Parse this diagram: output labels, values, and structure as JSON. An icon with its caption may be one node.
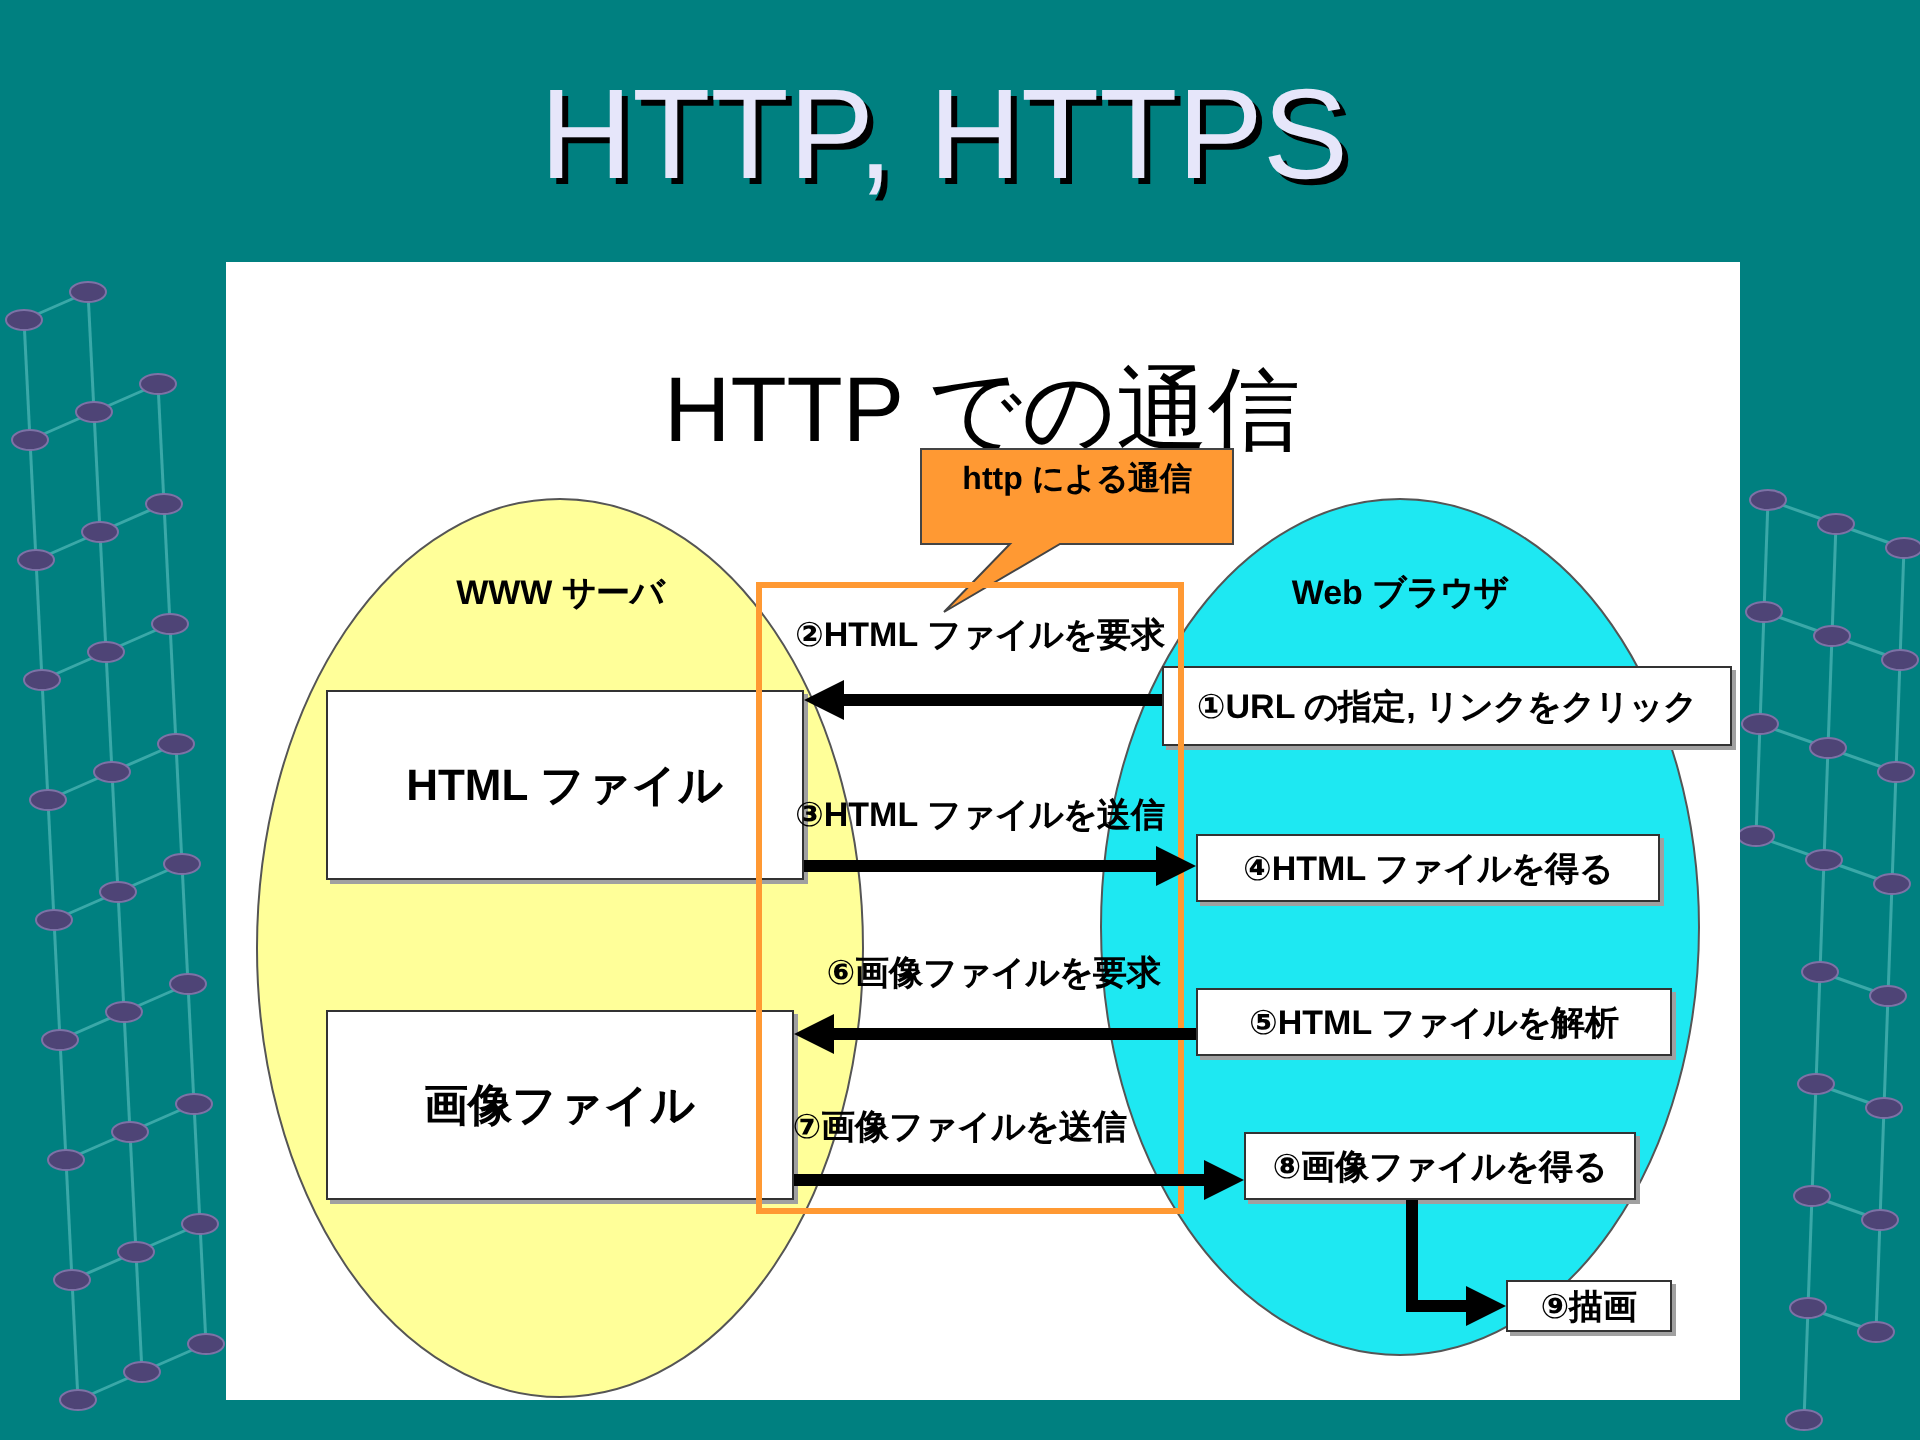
{
  "diagram": {
    "title": "HTTP, HTTPS",
    "nodes": [
      {
        "text": [
          "http による通信"
        ]
      },
      {
        "text": [
          "WWW サーバ"
        ]
      },
      {
        "text": [
          "HTML ファイル"
        ],
        "in": 1
      },
      {
        "text": [
          "画像ファイル"
        ],
        "in": 1
      },
      {
        "text": [
          "Web ブラウザ"
        ]
      },
      {
        "text": [
          "①URL の指定, リンクをクリック"
        ]
      },
      {
        "text": [
          "④HTML ファイルを得る"
        ],
        "in": 4
      },
      {
        "text": [
          "⑤HTML ファイルを解析"
        ],
        "in": 4
      },
      {
        "text": [
          "⑧画像ファイルを得る"
        ],
        "in": 4
      },
      {
        "text": [
          "⑨描画"
        ]
      }
    ],
    "edges": [
      {
        "from": 5,
        "to": 2,
        "arrow": "to",
        "label": "②HTML ファイルを要求"
      },
      {
        "from": 2,
        "to": 6,
        "arrow": "to",
        "label": "③HTML ファイルを送信"
      },
      {
        "from": 7,
        "to": 3,
        "arrow": "to",
        "label": "⑥画像ファイルを要求"
      },
      {
        "from": 3,
        "to": 8,
        "arrow": "to",
        "label": "⑦画像ファイルを送信"
      },
      {
        "from": 8,
        "to": 9,
        "arrow": "to"
      }
    ],
    "labels": [
      "HTTP での通信"
    ]
  }
}
